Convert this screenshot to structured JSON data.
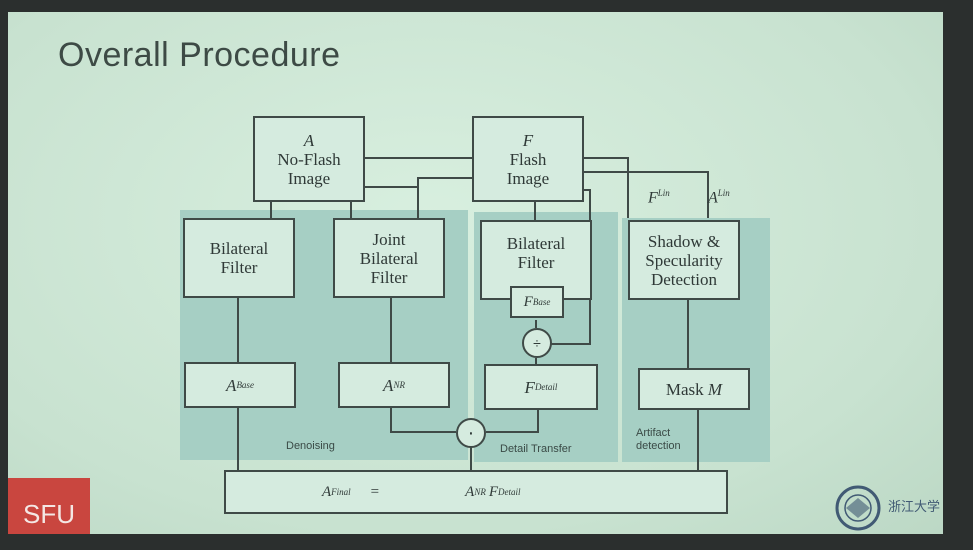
{
  "slide": {
    "title": "Overall Procedure"
  },
  "nodes": {
    "no_flash": {
      "symbol": "A",
      "label": "No-Flash\nImage"
    },
    "flash": {
      "symbol": "F",
      "label": "Flash\nImage"
    },
    "bilateral_a": {
      "label": "Bilateral\nFilter"
    },
    "joint_bilateral": {
      "label": "Joint\nBilateral\nFilter"
    },
    "bilateral_f": {
      "label": "Bilateral\nFilter"
    },
    "shadow": {
      "label": "Shadow &\nSpecularity\nDetection"
    },
    "f_base": {
      "base": "F",
      "sup": "Base"
    },
    "a_base": {
      "base": "A",
      "sup": "Base"
    },
    "a_nr": {
      "base": "A",
      "sup": "NR"
    },
    "f_detail": {
      "base": "F",
      "sup": "Detail"
    },
    "mask": {
      "label": "Mask ",
      "symbol": "M"
    },
    "divide": {
      "symbol": "÷"
    },
    "multiply": {
      "symbol": "·"
    },
    "f_lin": {
      "base": "F",
      "sup": "Lin"
    },
    "a_lin": {
      "base": "A",
      "sup": "Lin"
    },
    "final": {
      "lhs_base": "A",
      "lhs_sup": "Final",
      "eq": "=",
      "rhs1_base": "A",
      "rhs1_sup": "NR",
      "rhs2_base": "F",
      "rhs2_sup": "Detail"
    }
  },
  "panels": {
    "denoising": "Denoising",
    "detail_transfer": "Detail Transfer",
    "artifact_detection": "Artifact\ndetection"
  },
  "logos": {
    "sfu": "SFU",
    "university": "浙江大学"
  }
}
